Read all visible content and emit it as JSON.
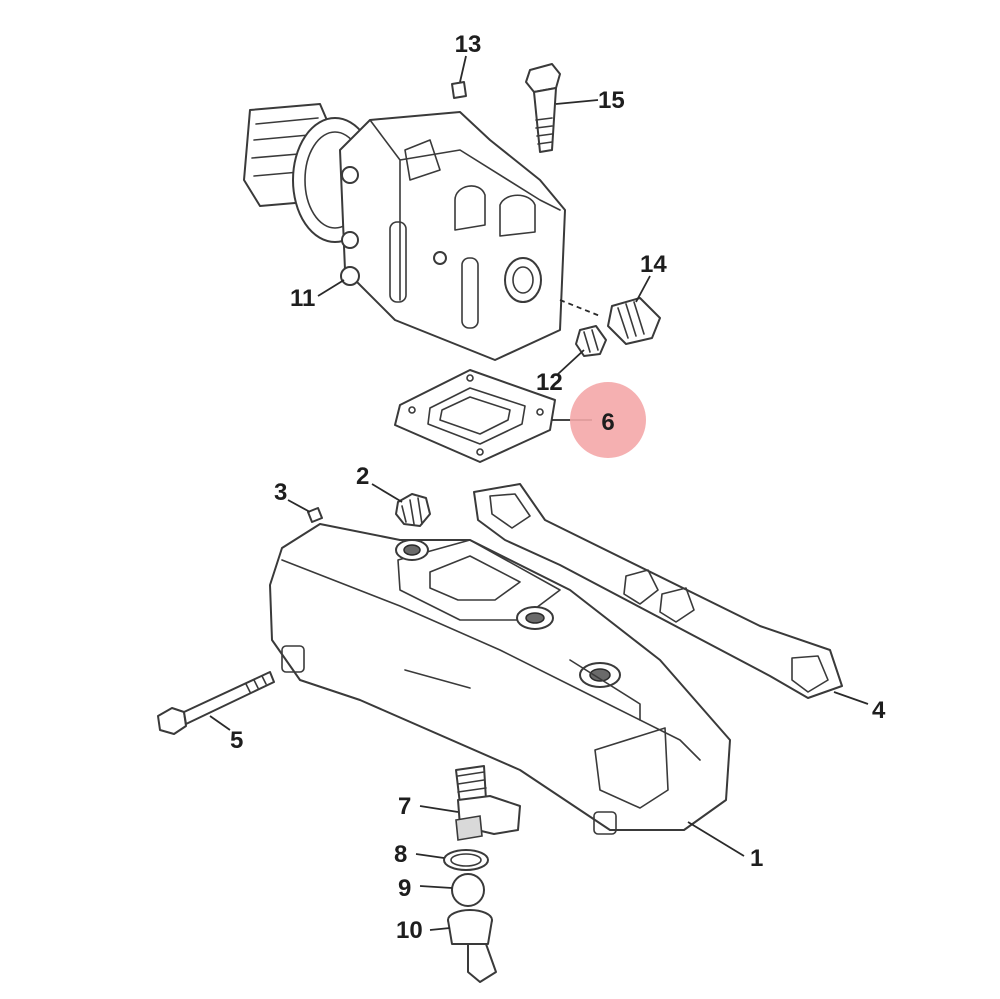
{
  "highlight_color": "#f4a7a9",
  "highlighted_part": "6",
  "callouts": {
    "c1": "1",
    "c2": "2",
    "c3": "3",
    "c4": "4",
    "c5": "5",
    "c6": "6",
    "c7": "7",
    "c8": "8",
    "c9": "9",
    "c10": "10",
    "c11": "11",
    "c12": "12",
    "c13": "13",
    "c14": "14",
    "c15": "15"
  }
}
